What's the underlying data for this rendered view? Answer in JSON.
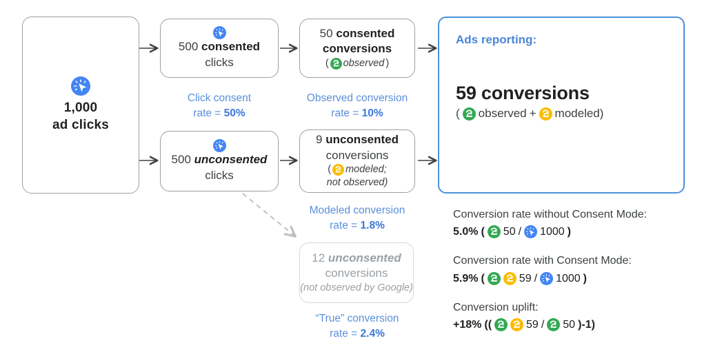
{
  "flow": {
    "source": {
      "icon": "ad-click-icon",
      "number": "1,000",
      "label": "ad clicks"
    },
    "branches": [
      {
        "id": "consented",
        "clicks": {
          "icon": "ad-click-icon",
          "number": "500",
          "emphasis": "consented",
          "label": "clicks"
        },
        "rate_caption": {
          "text": "Click consent",
          "text2": "rate = ",
          "value": "50%"
        },
        "conversions": {
          "number": "50",
          "emphasis": "consented",
          "label": "conversions",
          "note_open": "(",
          "note_icon": "conversion-observed-icon",
          "note": "observed",
          "note_close": ")"
        },
        "conv_rate_caption": {
          "text": "Observed conversion",
          "text2": "rate = ",
          "value": "10%"
        }
      },
      {
        "id": "unconsented",
        "clicks": {
          "icon": "ad-click-icon",
          "number": "500",
          "emphasis": "unconsented",
          "label": "clicks"
        },
        "conversions": {
          "number": "9",
          "emphasis": "unconsented",
          "label": "conversions",
          "note_open": "(",
          "note_icon": "conversion-modeled-icon",
          "note": "modeled;",
          "note_line2": "not observed)"
        },
        "conv_rate_caption": {
          "text": "Modeled conversion",
          "text2": "rate = ",
          "value": "1.8%"
        }
      }
    ],
    "ghost": {
      "number": "12",
      "emphasis": "unconsented",
      "label": "conversions",
      "note": "(not observed by Google)",
      "caption": {
        "text": "“True” conversion",
        "text2": "rate = ",
        "value": "2.4%"
      }
    }
  },
  "ads_reporting": {
    "title": "Ads reporting:",
    "headline": "59 conversions",
    "sub_open": "(",
    "sub_observed_icon": "conversion-observed-icon",
    "sub_observed": "observed",
    "sub_plus": "+",
    "sub_modeled_icon": "conversion-modeled-icon",
    "sub_modeled": "modeled)"
  },
  "stats": [
    {
      "id": "without-consent-mode",
      "head": "Conversion rate without Consent Mode:",
      "value": "5.0%",
      "open": "(",
      "parts": [
        {
          "icon": "conversion-observed-icon",
          "text": "50"
        },
        {
          "icon": null,
          "text": "/"
        },
        {
          "icon": "ad-click-icon",
          "text": "1000"
        }
      ],
      "close": ")"
    },
    {
      "id": "with-consent-mode",
      "head": "Conversion rate with Consent Mode:",
      "value": "5.9%",
      "open": "(",
      "parts": [
        {
          "icon": "conversion-observed-icon",
          "text": ""
        },
        {
          "icon": "conversion-modeled-icon",
          "text": "59"
        },
        {
          "icon": null,
          "text": "/"
        },
        {
          "icon": "ad-click-icon",
          "text": "1000"
        }
      ],
      "close": ")"
    },
    {
      "id": "conversion-uplift",
      "head": "Conversion uplift:",
      "value": "+18%",
      "open": "((",
      "parts": [
        {
          "icon": "conversion-observed-icon",
          "text": ""
        },
        {
          "icon": "conversion-modeled-icon",
          "text": "59"
        },
        {
          "icon": null,
          "text": "/"
        },
        {
          "icon": "conversion-observed-icon",
          "text": "50"
        }
      ],
      "close": ")-1)"
    }
  ],
  "colors": {
    "blue_accent": "#4a86d8",
    "click_icon_blue": "#4285f4",
    "observed_green": "#34a853",
    "modeled_yellow": "#fbbc04",
    "text_dark": "#202124",
    "ghost_grey": "#9aa0a6",
    "border_grey": "#9aa0a6"
  }
}
